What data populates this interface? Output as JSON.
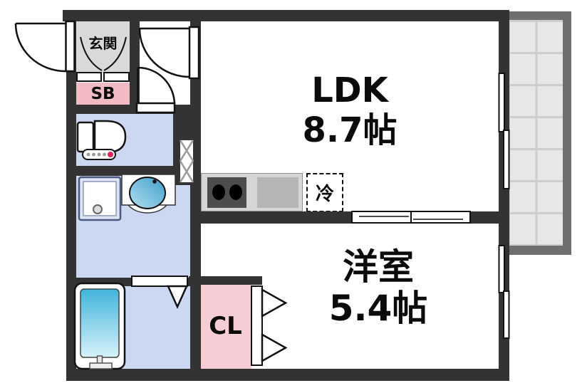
{
  "palette": {
    "wall": "#333333",
    "water_room_blue": "#ccd7f2",
    "shoe_box_pink": "#f2bac2",
    "closet_pink": "#f5cdd4",
    "genkan_gray": "#d9d9d9",
    "balcony_frame_gray": "#6f6f6f",
    "balcony_tile_gray": "#e7e7e7",
    "kitchen_counter_gray": "#d6d6d6",
    "stove_dark_gray": "#4d4d4d",
    "sink_gray": "#b5b5b5",
    "fixture_water_blue": "#4da7d4",
    "toilet_button_red": "#e1235a"
  },
  "rooms": {
    "genkan": {
      "label": "玄関"
    },
    "shoe_box": {
      "label": "SB"
    },
    "ldk": {
      "label": "LDK",
      "area": "8.7帖"
    },
    "western_room": {
      "label": "洋室",
      "area": "5.4帖"
    },
    "closet": {
      "label": "CL"
    },
    "refrigerator": {
      "label": "冷"
    }
  }
}
